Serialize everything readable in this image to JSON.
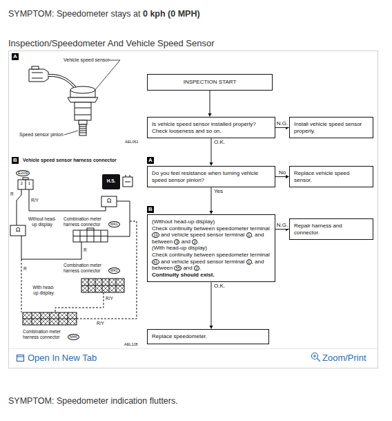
{
  "diagram": {
    "title": "SYMPTOM: Speedometer stays at 0 kph (0 MPH)",
    "nodes": [
      {
        "text": [
          "INSPECTION START"
        ]
      },
      {
        "text": [
          "Is vehicle speed sensor installed properly? Check looseness and so on."
        ]
      },
      {
        "text": [
          "Install vehicle speed sensor properly."
        ]
      },
      {
        "text": [
          "Do you feel resistance when turning vehicle speed sensor pinion?"
        ]
      },
      {
        "text": [
          "Replace vehicle speed sensor."
        ]
      },
      {
        "text": [
          "(Without head-up display)",
          "Check continuity between speedometer terminal 19 and vehicle speed sensor terminal 1, and between 3 and 2.",
          "(With head-up display)",
          "Check continuity between speedometer terminal 61 and vehicle speed sensor terminal 1, and between 55 and 2.",
          "Continuity should exist."
        ]
      },
      {
        "text": [
          "Repair harness and connector."
        ]
      },
      {
        "text": [
          "Replace speedometer."
        ]
      }
    ],
    "edges": [
      {
        "from": 0,
        "to": 1,
        "arrow": "to"
      },
      {
        "from": 1,
        "to": 2,
        "label": "N.G.",
        "arrow": "to"
      },
      {
        "from": 1,
        "to": 3,
        "label": "O.K.",
        "arrow": "to"
      },
      {
        "from": 3,
        "to": 4,
        "label": "No",
        "arrow": "to"
      },
      {
        "from": 3,
        "to": 5,
        "label": "Yes",
        "arrow": "to"
      },
      {
        "from": 5,
        "to": 6,
        "label": "N.G.",
        "arrow": "to"
      },
      {
        "from": 5,
        "to": 7,
        "label": "O.K.",
        "arrow": "to"
      }
    ],
    "labels": [
      "Inspection/Speedometer And Vehicle Speed Sensor",
      "A",
      "Vehicle speed sensor",
      "Speed sensor pinion",
      "AEL061",
      "B",
      "Vehicle speed sensor harness connector",
      "E209",
      "2",
      "1",
      "H.S.",
      "Ω",
      "R",
      "R/Y",
      "Without head-up display",
      "Ω",
      "Combination meter harness connector",
      "M41",
      "R",
      "Combination meter harness connector",
      "M42",
      "R",
      "With head-up display",
      "R/Y",
      "R/Y",
      "Combination meter harness connector",
      "M46",
      "AEL128",
      "A",
      "B",
      "Open In New Tab",
      "Zoom/Print",
      "SYMPTOM: Speedometer indication flutters."
    ]
  }
}
